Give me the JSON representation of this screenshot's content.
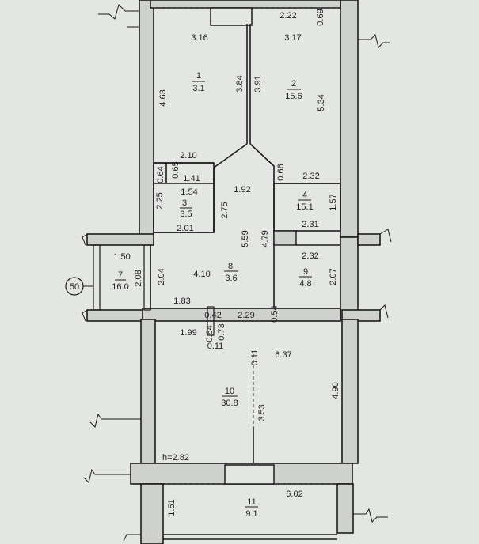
{
  "rooms": [
    {
      "number": "1",
      "area": "3.1"
    },
    {
      "number": "2",
      "area": "15.6"
    },
    {
      "number": "3",
      "area": "3.5"
    },
    {
      "number": "4",
      "area": "15.1"
    },
    {
      "number": "7",
      "area": "16.0"
    },
    {
      "number": "8",
      "area": "3.6"
    },
    {
      "number": "9",
      "area": "4.8"
    },
    {
      "number": "10",
      "area": "30.8"
    },
    {
      "number": "11",
      "area": "9.1"
    }
  ],
  "dimensions": {
    "d_222": "2.22",
    "d_069": "0.69",
    "d_316": "3.16",
    "d_317": "3.17",
    "d_463": "4.63",
    "d_384": "3.84",
    "d_391": "3.91",
    "d_534": "5.34",
    "d_210": "2.10",
    "d_064a": "0.64",
    "d_065": "0.65",
    "d_141": "1.41",
    "d_066": "0.66",
    "d_232a": "2.32",
    "d_154": "1.54",
    "d_192": "1.92",
    "d_225": "2.25",
    "d_275": "2.75",
    "d_157": "1.57",
    "d_201": "2.01",
    "d_231": "2.31",
    "d_559": "5.59",
    "d_479": "4.79",
    "d_150": "1.50",
    "d_232b": "2.32",
    "d_204": "2.04",
    "d_410": "4.10",
    "d_208": "2.08",
    "d_207": "2.07",
    "d_183": "1.83",
    "d_042": "0.42",
    "d_229": "2.29",
    "d_054": "0.54",
    "d_199": "1.99",
    "d_064b": "0.64",
    "d_073": "0.73",
    "d_011a": "0.11",
    "d_011b": "0.11",
    "d_637": "6.37",
    "d_490": "4.90",
    "d_353": "3.53",
    "d_602": "6.02",
    "d_151": "1.51"
  },
  "height_label": "h=2.82",
  "axis_marker": "50"
}
